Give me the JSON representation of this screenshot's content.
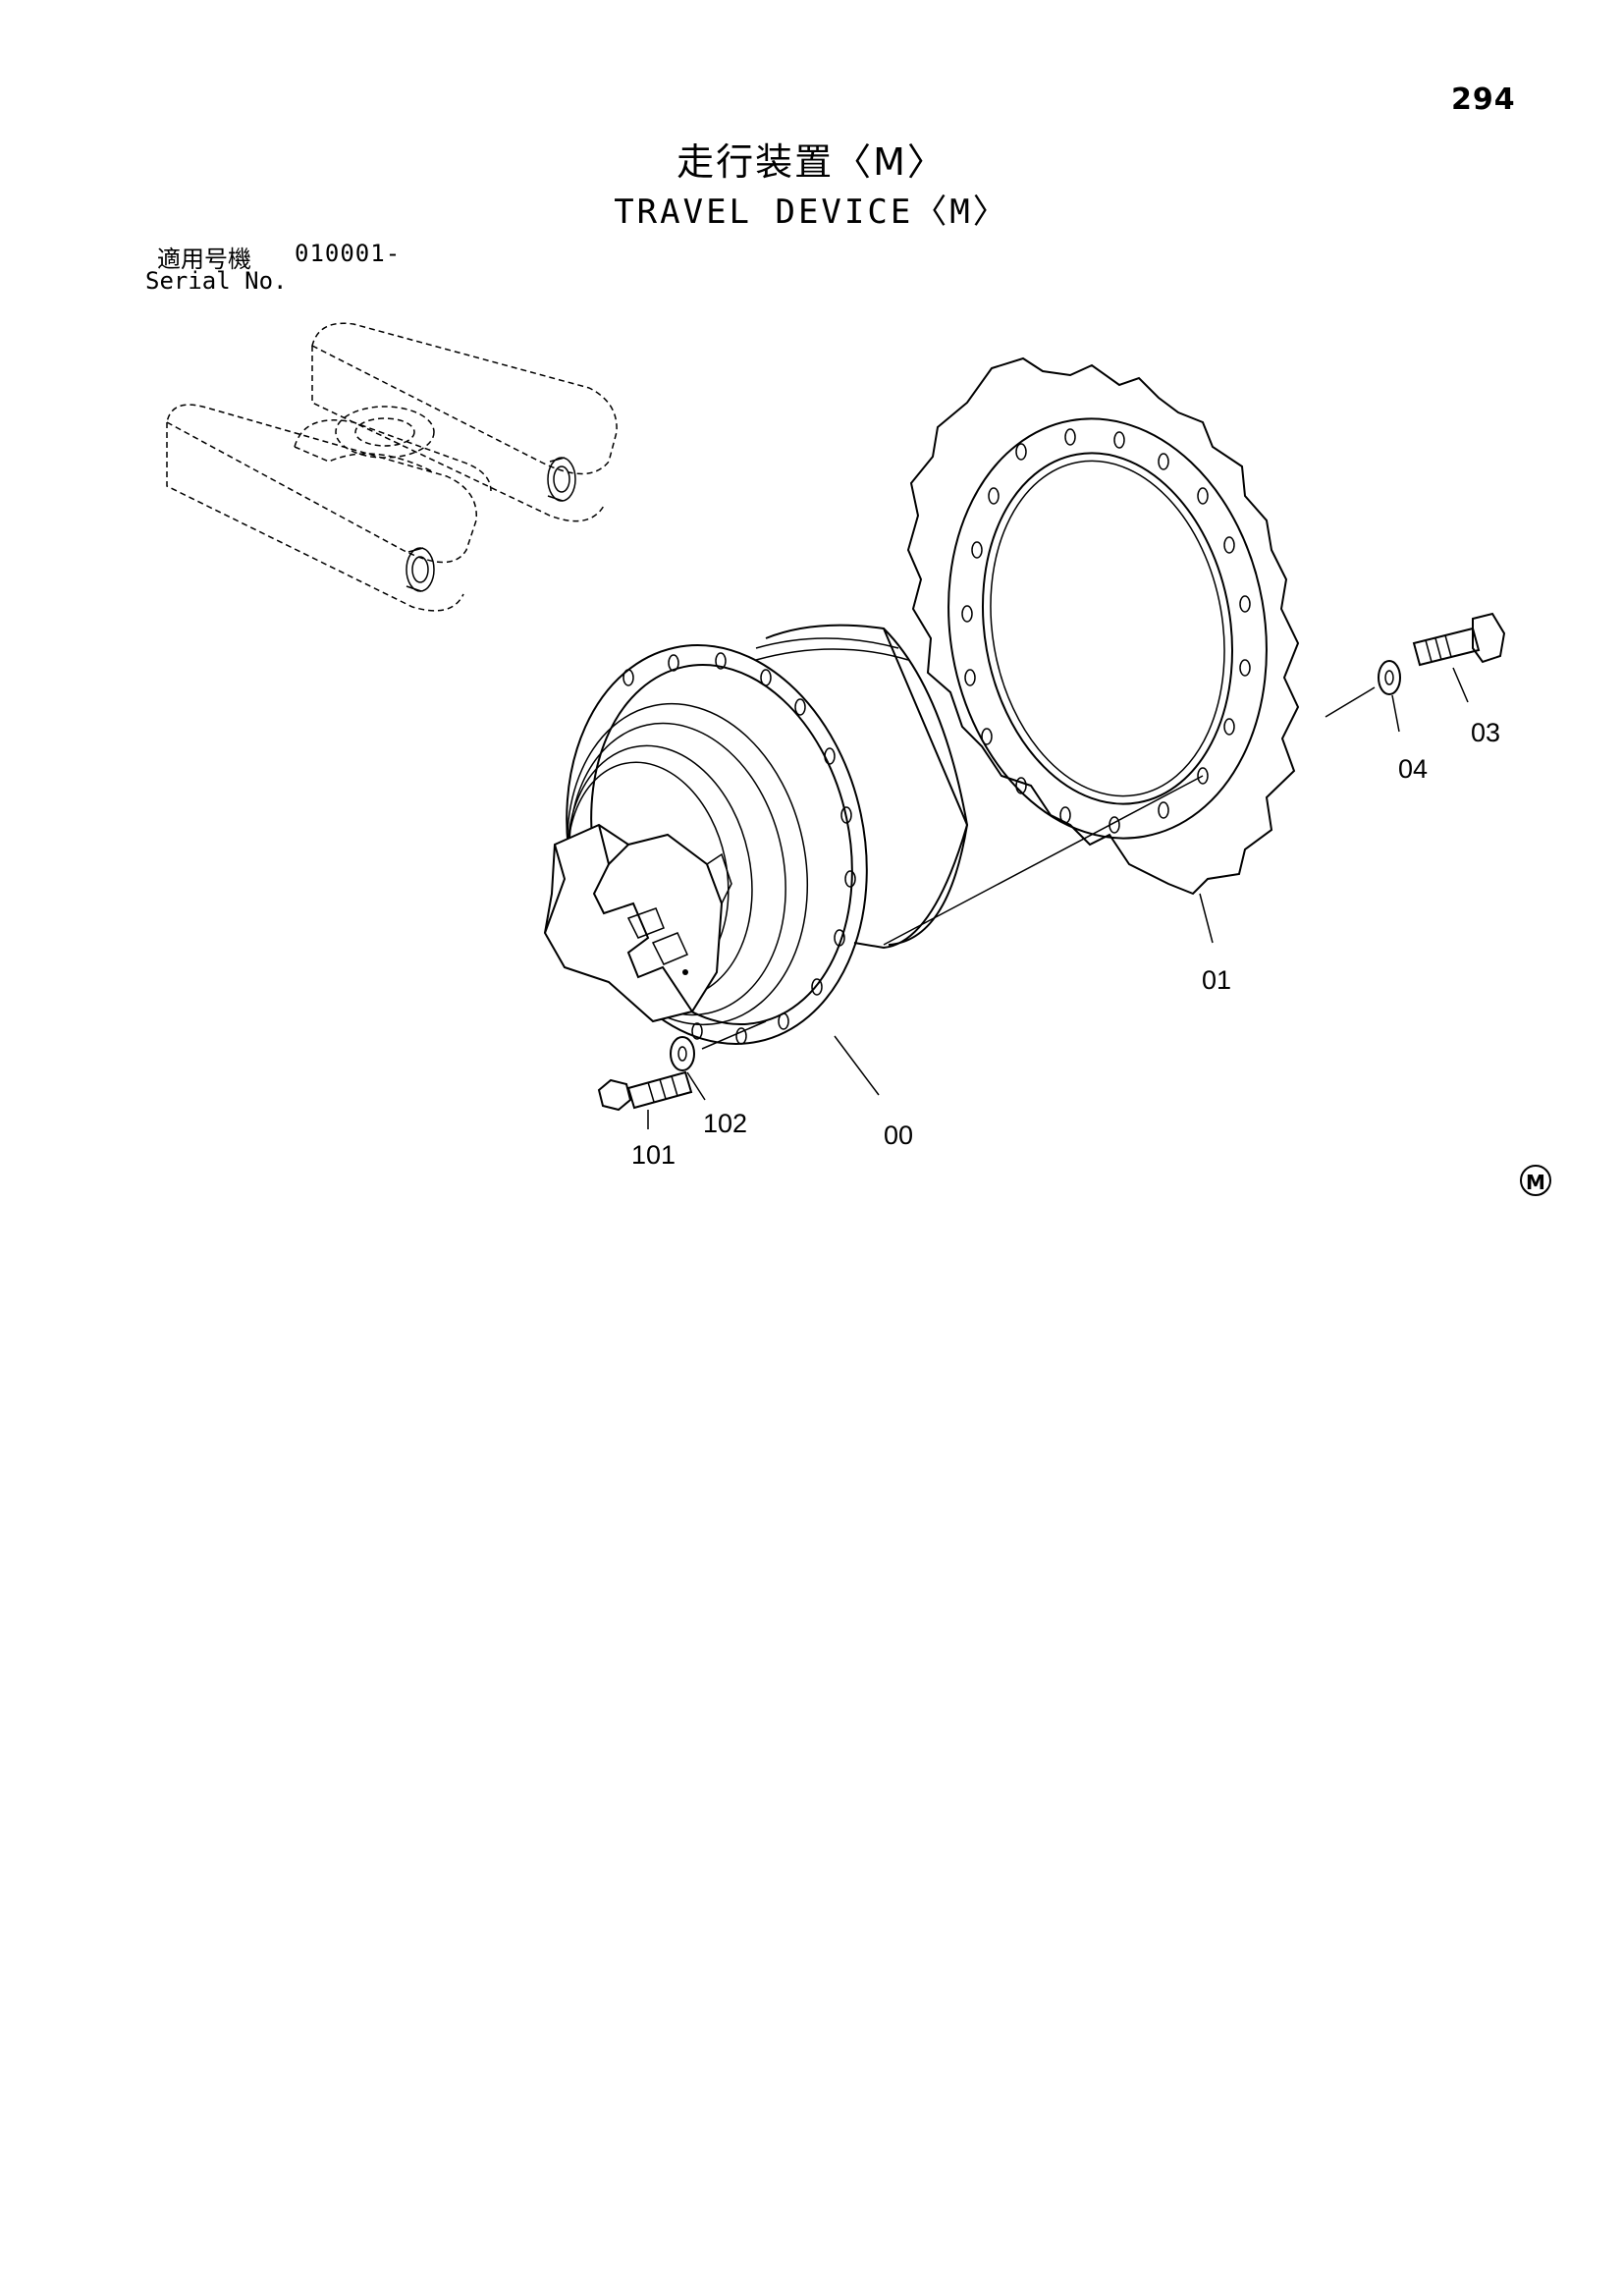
{
  "page": {
    "number": "294",
    "title_jp": "走行装置〈M〉",
    "title_en": "TRAVEL DEVICE〈M〉",
    "serial_label_jp": "適用号機",
    "serial_value": "010001-",
    "serial_label_en": "Serial No.",
    "corner_mark": "M"
  },
  "parts": [
    {
      "id": "00",
      "label": "00"
    },
    {
      "id": "01",
      "label": "01"
    },
    {
      "id": "03",
      "label": "03"
    },
    {
      "id": "04",
      "label": "04"
    },
    {
      "id": "101",
      "label": "101"
    },
    {
      "id": "102",
      "label": "102"
    }
  ]
}
